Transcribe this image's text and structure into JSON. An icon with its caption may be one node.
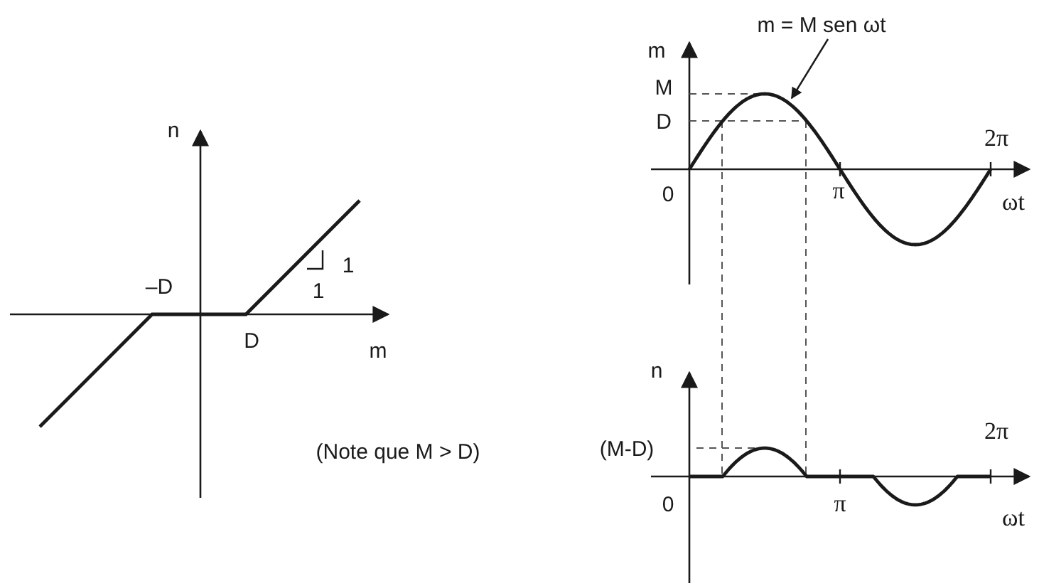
{
  "diagram": {
    "nodes": [
      {
        "text": [
          "m = M sen ωt"
        ]
      },
      {
        "text": [],
        "shape": "curve"
      }
    ],
    "edges": [
      {
        "from": 0,
        "to": 1,
        "arrow": "to"
      }
    ],
    "labels": [
      "m",
      "M",
      "D",
      "2π",
      "0",
      "π",
      "ωt",
      "n",
      "–D",
      "1",
      "1",
      "D",
      "m",
      "(Note que M > D)",
      "n",
      "(M-D)",
      "2π",
      "0",
      "π",
      "ωt"
    ]
  }
}
